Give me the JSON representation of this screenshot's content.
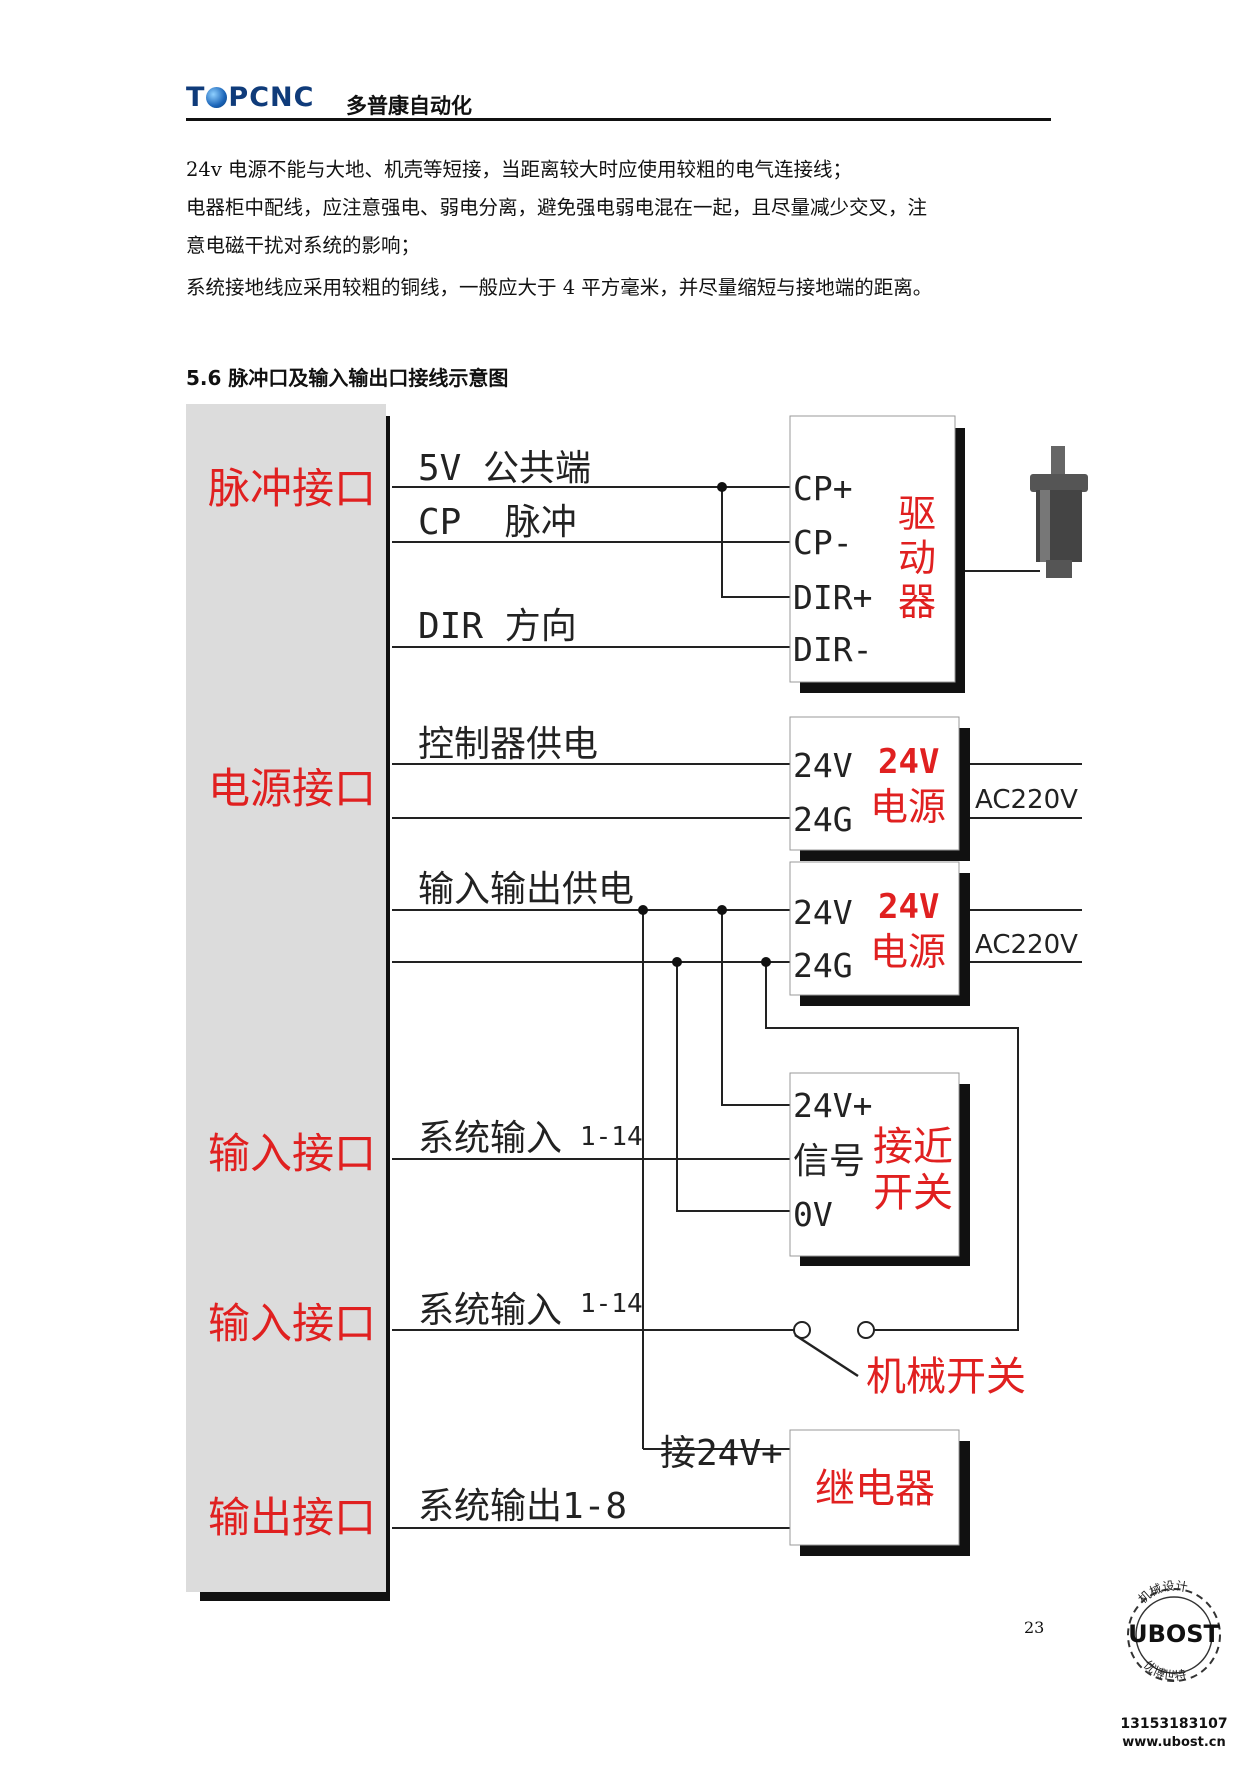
{
  "header": {
    "logo_text": "TOPCNC",
    "company": "多普康自动化"
  },
  "body": {
    "lines": [
      "24v 电源不能与大地、机壳等短接，当距离较大时应使用较粗的电气连接线；",
      "电器柜中配线，应注意强电、弱电分离，避免强电弱电混在一起，且尽量减少交叉，注",
      "意电磁干扰对系统的影响；",
      "系统接地线应采用较粗的铜线，一般应大于 4 平方毫米，并尽量缩短与接地端的距离。"
    ]
  },
  "section_title": "5.6 脉冲口及输入输出口接线示意图",
  "diagram": {
    "left_labels": [
      "脉冲接口",
      "电源接口",
      "输入接口",
      "输入接口",
      "输出接口"
    ],
    "wire_labels": {
      "common_5v": "5V 公共端",
      "cp_pulse": "CP  脉冲",
      "dir": "DIR 方向",
      "ctrl_power": "控制器供电",
      "io_power": "输入输出供电",
      "sys_input_1": "系统输入",
      "sys_input_1_range": "1-14",
      "sys_input_2": "系统输入",
      "sys_input_2_range": "1-14",
      "sys_output": "系统输出1-8",
      "relay_24v": "接24V+"
    },
    "driver": {
      "pins": [
        "CP+",
        "CP-",
        "DIR+",
        "DIR-"
      ],
      "name_chars": [
        "驱",
        "动",
        "器"
      ]
    },
    "power1": {
      "pins": [
        "24V",
        "24G"
      ],
      "title_top": "24V",
      "title_bottom": "电源",
      "ac": "AC220V"
    },
    "power2": {
      "pins": [
        "24V",
        "24G"
      ],
      "title_top": "24V",
      "title_bottom": "电源",
      "ac": "AC220V"
    },
    "proximity": {
      "pins": [
        "24V+",
        "信号",
        "0V"
      ],
      "name_top": "接近",
      "name_bottom": "开关"
    },
    "mech_switch_label": "机械开关",
    "relay_label": "继电器",
    "colors": {
      "red": "#e02020",
      "panel": "#dcdcdc",
      "shadow": "#111111",
      "wire": "#222222"
    }
  },
  "page_number": "23",
  "watermark": {
    "ring_top": "机械设计",
    "brand": "UBOST",
    "ring_bottom": "优博世特",
    "phone": "13153183107",
    "url": "www.ubost.cn"
  }
}
